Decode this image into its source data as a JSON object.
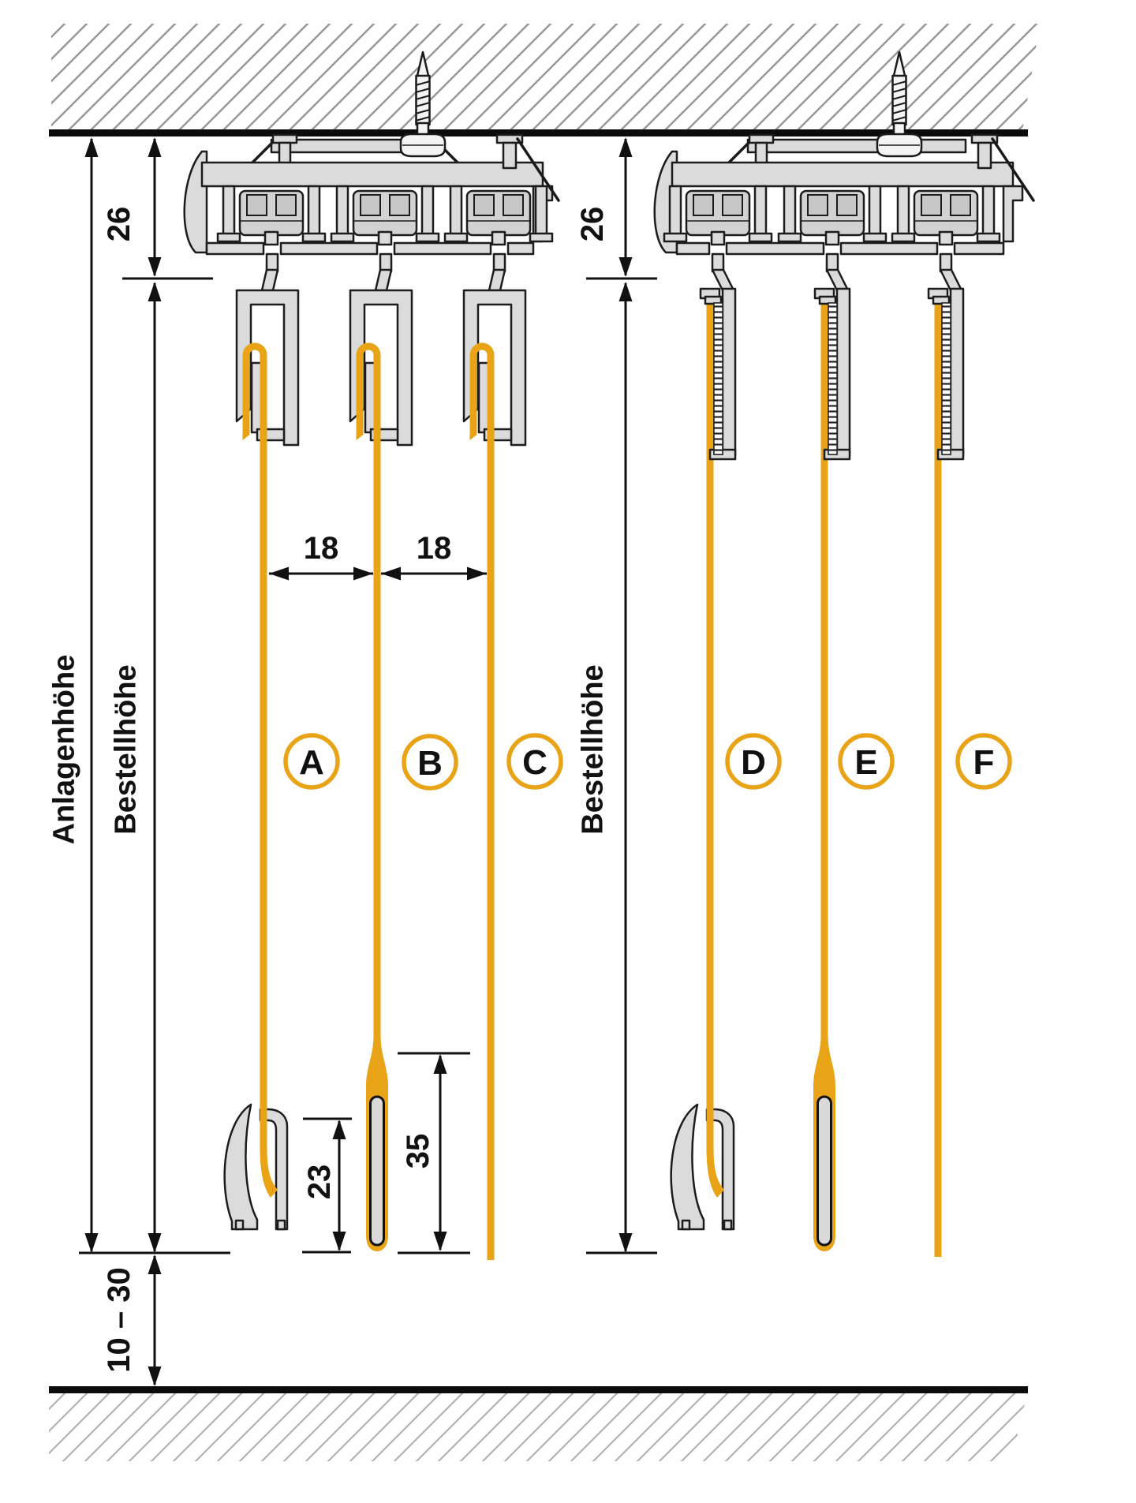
{
  "labels": {
    "anlagenhoehe": "Anlagenhöhe",
    "bestellhoehe_left": "Bestellhöhe",
    "bestellhoehe_right": "Bestellhöhe"
  },
  "dimensions": {
    "ceiling_offset_left": "26",
    "ceiling_offset_right": "26",
    "panel_gap_ab": "18",
    "panel_gap_bc": "18",
    "bottom_profile_height": "23",
    "bottom_weight_height": "35",
    "floor_clearance": "10 – 30"
  },
  "panel_markers": [
    "A",
    "B",
    "C",
    "D",
    "E",
    "F"
  ],
  "colors": {
    "orange": "#E8A317",
    "gray": "#DBDBDB",
    "stroke": "#1C1C1C",
    "dim": "#111111"
  }
}
